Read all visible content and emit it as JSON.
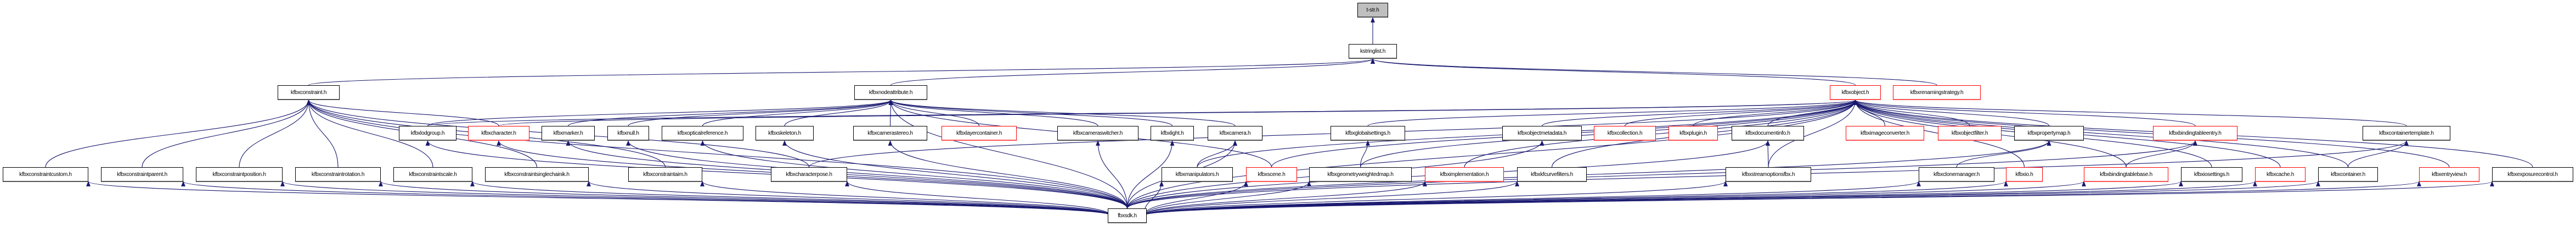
{
  "colors": {
    "edge": "#191970",
    "incomplete_border": "#ff0000",
    "root_fill": "#bfbfbf"
  },
  "nodes": [
    {
      "id": "tstr",
      "label": "t-str.h",
      "style": "root"
    },
    {
      "id": "kstringlist",
      "label": "kstringlist.h"
    },
    {
      "id": "constraint",
      "label": "kfbxconstraint.h"
    },
    {
      "id": "nodeattribute",
      "label": "kfbxnodeattribute.h"
    },
    {
      "id": "object",
      "label": "kfbxobject.h",
      "style": "red"
    },
    {
      "id": "renaming",
      "label": "kfbxrenamingstrategy.h",
      "style": "red"
    },
    {
      "id": "lodgroup",
      "label": "kfbxlodgroup.h"
    },
    {
      "id": "character",
      "label": "kfbxcharacter.h",
      "style": "red"
    },
    {
      "id": "marker",
      "label": "kfbxmarker.h"
    },
    {
      "id": "null",
      "label": "kfbxnull.h"
    },
    {
      "id": "optical",
      "label": "kfbxopticalreference.h"
    },
    {
      "id": "skeleton",
      "label": "kfbxskeleton.h"
    },
    {
      "id": "camerastereo",
      "label": "kfbxcamerastereo.h"
    },
    {
      "id": "layercontainer",
      "label": "kfbxlayercontainer.h",
      "style": "red"
    },
    {
      "id": "cameraswitcher",
      "label": "kfbxcameraswitcher.h"
    },
    {
      "id": "light",
      "label": "kfbxlight.h"
    },
    {
      "id": "camera",
      "label": "kfbxcamera.h"
    },
    {
      "id": "globalsettings",
      "label": "kfbxglobalsettings.h"
    },
    {
      "id": "objectmetadata",
      "label": "kfbxobjectmetadata.h"
    },
    {
      "id": "collection",
      "label": "kfbxcollection.h",
      "style": "red"
    },
    {
      "id": "plugin",
      "label": "kfbxplugin.h",
      "style": "red"
    },
    {
      "id": "documentinfo",
      "label": "kfbxdocumentinfo.h"
    },
    {
      "id": "imageconverter",
      "label": "kfbximageconverter.h",
      "style": "red"
    },
    {
      "id": "objectfilter",
      "label": "kfbxobjectfilter.h",
      "style": "red"
    },
    {
      "id": "propertymap",
      "label": "kfbxpropertymap.h"
    },
    {
      "id": "bindingtableentry",
      "label": "kfbxbindingtableentry.h",
      "style": "red"
    },
    {
      "id": "containertemplate",
      "label": "kfbxcontainertemplate.h"
    },
    {
      "id": "ccustom",
      "label": "kfbxconstraintcustom.h"
    },
    {
      "id": "cparent",
      "label": "kfbxconstraintparent.h"
    },
    {
      "id": "cposition",
      "label": "kfbxconstraintposition.h"
    },
    {
      "id": "crotation",
      "label": "kfbxconstraintrotation.h"
    },
    {
      "id": "cscale",
      "label": "kfbxconstraintscale.h"
    },
    {
      "id": "csinglechainik",
      "label": "kfbxconstraintsinglechainik.h"
    },
    {
      "id": "caim",
      "label": "kfbxconstraintaim.h"
    },
    {
      "id": "characterpose",
      "label": "kfbxcharacterpose.h"
    },
    {
      "id": "manipulators",
      "label": "kfbxmanipulators.h"
    },
    {
      "id": "scene",
      "label": "kfbxscene.h",
      "style": "red"
    },
    {
      "id": "geomweighted",
      "label": "kfbxgeometryweightedmap.h"
    },
    {
      "id": "implementation",
      "label": "kfbximplementation.h",
      "style": "red"
    },
    {
      "id": "kfcurvefilters",
      "label": "kfbxkfcurvefilters.h"
    },
    {
      "id": "streamoptions",
      "label": "kfbxstreamoptionsfbx.h"
    },
    {
      "id": "clonemanager",
      "label": "kfbxclonemanager.h"
    },
    {
      "id": "io",
      "label": "kfbxio.h",
      "style": "red"
    },
    {
      "id": "bindingtablebase",
      "label": "kfbxbindingtablebase.h",
      "style": "red"
    },
    {
      "id": "iosettings",
      "label": "kfbxiosettings.h"
    },
    {
      "id": "cache",
      "label": "kfbxcache.h",
      "style": "red"
    },
    {
      "id": "container",
      "label": "kfbxcontainer.h"
    },
    {
      "id": "entryview",
      "label": "kfbxentryview.h",
      "style": "red"
    },
    {
      "id": "exposurecontrol",
      "label": "kfbxexposurecontrol.h"
    },
    {
      "id": "fbxsdk",
      "label": "fbxsdk.h"
    }
  ],
  "edges": [
    [
      "kstringlist",
      "tstr"
    ],
    [
      "constraint",
      "kstringlist"
    ],
    [
      "nodeattribute",
      "kstringlist"
    ],
    [
      "object",
      "kstringlist"
    ],
    [
      "renaming",
      "kstringlist"
    ],
    [
      "ccustom",
      "constraint"
    ],
    [
      "cparent",
      "constraint"
    ],
    [
      "cposition",
      "constraint"
    ],
    [
      "crotation",
      "constraint"
    ],
    [
      "cscale",
      "constraint"
    ],
    [
      "csinglechainik",
      "constraint"
    ],
    [
      "caim",
      "constraint"
    ],
    [
      "character",
      "constraint"
    ],
    [
      "characterpose",
      "constraint"
    ],
    [
      "lodgroup",
      "nodeattribute"
    ],
    [
      "marker",
      "nodeattribute"
    ],
    [
      "null",
      "nodeattribute"
    ],
    [
      "optical",
      "nodeattribute"
    ],
    [
      "skeleton",
      "nodeattribute"
    ],
    [
      "camerastereo",
      "nodeattribute"
    ],
    [
      "layercontainer",
      "nodeattribute"
    ],
    [
      "cameraswitcher",
      "nodeattribute"
    ],
    [
      "light",
      "nodeattribute"
    ],
    [
      "camera",
      "nodeattribute"
    ],
    [
      "scene",
      "nodeattribute"
    ],
    [
      "globalsettings",
      "object"
    ],
    [
      "objectmetadata",
      "object"
    ],
    [
      "collection",
      "object"
    ],
    [
      "plugin",
      "object"
    ],
    [
      "documentinfo",
      "object"
    ],
    [
      "imageconverter",
      "object"
    ],
    [
      "objectfilter",
      "object"
    ],
    [
      "propertymap",
      "object"
    ],
    [
      "bindingtableentry",
      "object"
    ],
    [
      "containertemplate",
      "object"
    ],
    [
      "character",
      "object"
    ],
    [
      "lodgroup",
      "object"
    ],
    [
      "characterpose",
      "object"
    ],
    [
      "manipulators",
      "object"
    ],
    [
      "geomweighted",
      "object"
    ],
    [
      "implementation",
      "object"
    ],
    [
      "kfcurvefilters",
      "object"
    ],
    [
      "streamoptions",
      "object"
    ],
    [
      "io",
      "object"
    ],
    [
      "bindingtablebase",
      "object"
    ],
    [
      "iosettings",
      "object"
    ],
    [
      "cache",
      "object"
    ],
    [
      "container",
      "object"
    ],
    [
      "entryview",
      "object"
    ],
    [
      "exposurecontrol",
      "object"
    ],
    [
      "scene",
      "object"
    ],
    [
      "manipulators",
      "camera"
    ],
    [
      "streamoptions",
      "documentinfo"
    ],
    [
      "clonemanager",
      "propertymap"
    ],
    [
      "bindingtablebase",
      "bindingtableentry"
    ],
    [
      "container",
      "containertemplate"
    ],
    [
      "geomweighted",
      "globalsettings"
    ],
    [
      "fbxsdk",
      "ccustom"
    ],
    [
      "fbxsdk",
      "cparent"
    ],
    [
      "fbxsdk",
      "cposition"
    ],
    [
      "fbxsdk",
      "crotation"
    ],
    [
      "fbxsdk",
      "cscale"
    ],
    [
      "fbxsdk",
      "csinglechainik"
    ],
    [
      "fbxsdk",
      "caim"
    ],
    [
      "fbxsdk",
      "characterpose"
    ],
    [
      "fbxsdk",
      "manipulators"
    ],
    [
      "fbxsdk",
      "scene"
    ],
    [
      "fbxsdk",
      "geomweighted"
    ],
    [
      "fbxsdk",
      "implementation"
    ],
    [
      "fbxsdk",
      "kfcurvefilters"
    ],
    [
      "fbxsdk",
      "streamoptions"
    ],
    [
      "fbxsdk",
      "clonemanager"
    ],
    [
      "fbxsdk",
      "io"
    ],
    [
      "fbxsdk",
      "bindingtablebase"
    ],
    [
      "fbxsdk",
      "iosettings"
    ],
    [
      "fbxsdk",
      "cache"
    ],
    [
      "fbxsdk",
      "container"
    ],
    [
      "fbxsdk",
      "entryview"
    ],
    [
      "fbxsdk",
      "exposurecontrol"
    ],
    [
      "fbxsdk",
      "lodgroup"
    ],
    [
      "fbxsdk",
      "character"
    ],
    [
      "fbxsdk",
      "marker"
    ],
    [
      "fbxsdk",
      "null"
    ],
    [
      "fbxsdk",
      "optical"
    ],
    [
      "fbxsdk",
      "skeleton"
    ],
    [
      "fbxsdk",
      "camerastereo"
    ],
    [
      "fbxsdk",
      "cameraswitcher"
    ],
    [
      "fbxsdk",
      "light"
    ],
    [
      "fbxsdk",
      "camera"
    ],
    [
      "fbxsdk",
      "objectmetadata"
    ],
    [
      "fbxsdk",
      "documentinfo"
    ],
    [
      "fbxsdk",
      "propertymap"
    ],
    [
      "fbxsdk",
      "bindingtableentry"
    ],
    [
      "fbxsdk",
      "containertemplate"
    ],
    [
      "fbxsdk",
      "nodeattribute"
    ],
    [
      "fbxsdk",
      "constraint"
    ],
    [
      "fbxsdk",
      "object"
    ]
  ]
}
